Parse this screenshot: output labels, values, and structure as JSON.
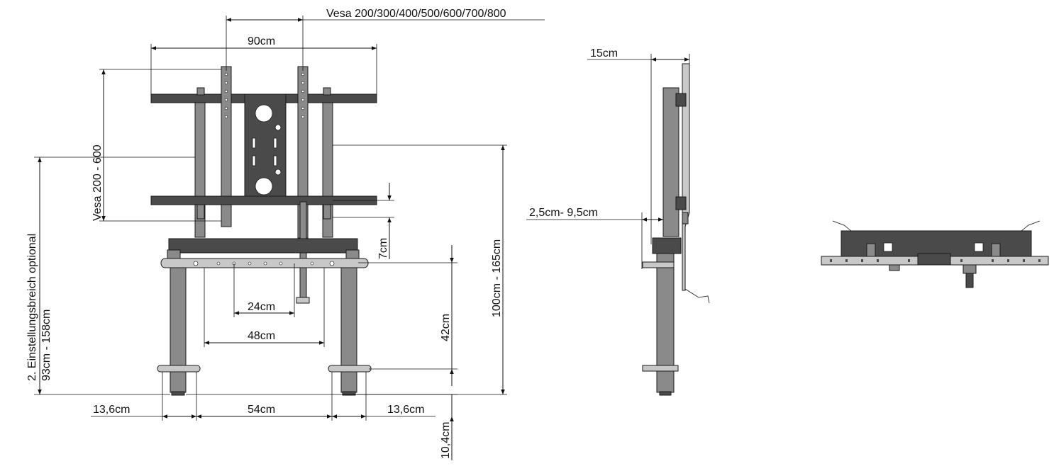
{
  "front_view": {
    "vesa_top": "Vesa 200/300/400/500/600/700/800",
    "width_90": "90cm",
    "vesa_side": "Vesa 200 - 600",
    "adjust_range_line1": "2. Einstellungsbreich optional",
    "adjust_range_line2": "93cm - 158cm",
    "height_range": "100cm - 165cm",
    "offset_7": "7cm",
    "height_42": "42cm",
    "width_24": "24cm",
    "width_48": "48cm",
    "base_left": "13,6cm",
    "base_mid": "54cm",
    "base_right": "13,6cm",
    "foot_height": "10,4cm"
  },
  "side_view": {
    "depth_15": "15cm",
    "wall_gap": "2,5cm- 9,5cm"
  },
  "colors": {
    "line": "#111111",
    "steel_dark": "#4a4a4a",
    "steel_mid": "#8a8a8a",
    "steel_light": "#c8c8c8"
  }
}
